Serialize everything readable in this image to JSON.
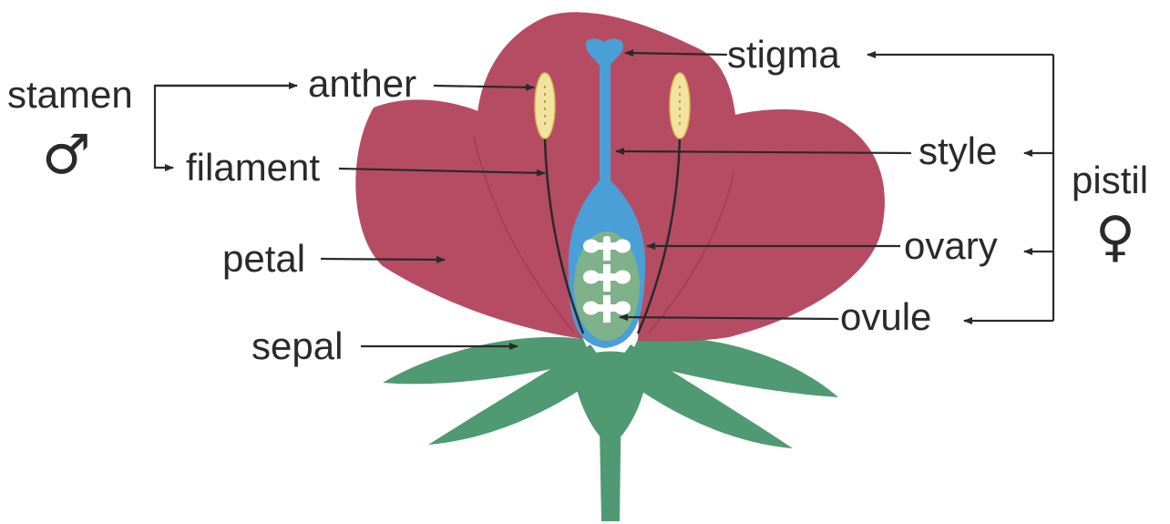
{
  "labels": {
    "stamen": "stamen",
    "male_symbol": "♂",
    "anther": "anther",
    "filament": "filament",
    "petal": "petal",
    "sepal": "sepal",
    "stigma": "stigma",
    "style": "style",
    "ovary": "ovary",
    "ovule": "ovule",
    "pistil": "pistil",
    "female_symbol": "♀"
  },
  "colors": {
    "petal": "#b64c64",
    "sepal": "#4f9a72",
    "pistil": "#4a9fd6",
    "ovary_inner": "#7fb28a",
    "anther": "#f2e4a0",
    "ovule": "#ffffff"
  }
}
